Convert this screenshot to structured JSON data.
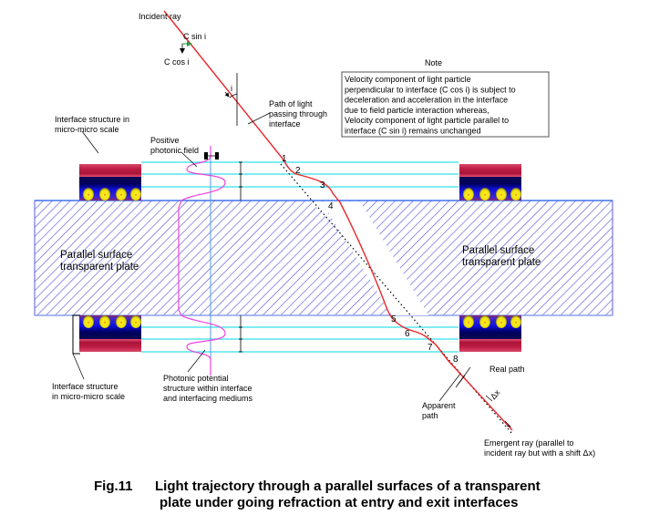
{
  "figure": {
    "caption_number": "Fig.11",
    "caption_line1": "Light trajectory through a parallel surfaces of a transparent",
    "caption_line2": "plate under going refraction at entry and exit interfaces"
  },
  "labels": {
    "incident_ray": "Incident ray",
    "c_sin_i": "C sin i",
    "c_cos_i": "C cos i",
    "angle_i": "i",
    "path_of_light": [
      "Path of light",
      "passing through",
      "interface"
    ],
    "interface_top": [
      "Interface structure in",
      "micro-micro scale"
    ],
    "interface_bottom": [
      "Interface structure",
      "in micro-micro scale"
    ],
    "positive_field": [
      "Positive",
      "photonic field"
    ],
    "plate_left": [
      "Parallel surface",
      "transparent plate"
    ],
    "plate_right": [
      "Parallel surface",
      "transparent plate"
    ],
    "photonic_potential": [
      "Photonic potential",
      "structure within interface",
      "and interfacing mediums"
    ],
    "real_path": "Real path",
    "apparent_path": [
      "Apparent",
      "path"
    ],
    "delta_x": "Δx",
    "emergent_ray": [
      "Emergent ray (parallel to",
      "incident ray but with a shift Δx)"
    ]
  },
  "note": {
    "title": "Note",
    "lines": [
      "Velocity component of light particle",
      "perpendicular  to interface (C cos i) is subject to",
      "deceleration and acceleration  in the interface",
      "due to field particle interaction whereas,",
      "Velocity component of light particle parallel  to",
      "interface (C sin i) remains unchanged"
    ]
  },
  "path_points": [
    "1",
    "2",
    "3",
    "4",
    "5",
    "6",
    "7",
    "8"
  ],
  "colors": {
    "ray": "#e8262a",
    "plate_hatch": "#5a5ae0",
    "cyan_lines": "#55e6ee",
    "magenta_curve": "#ee44dd",
    "center_line": "#5599dd"
  }
}
